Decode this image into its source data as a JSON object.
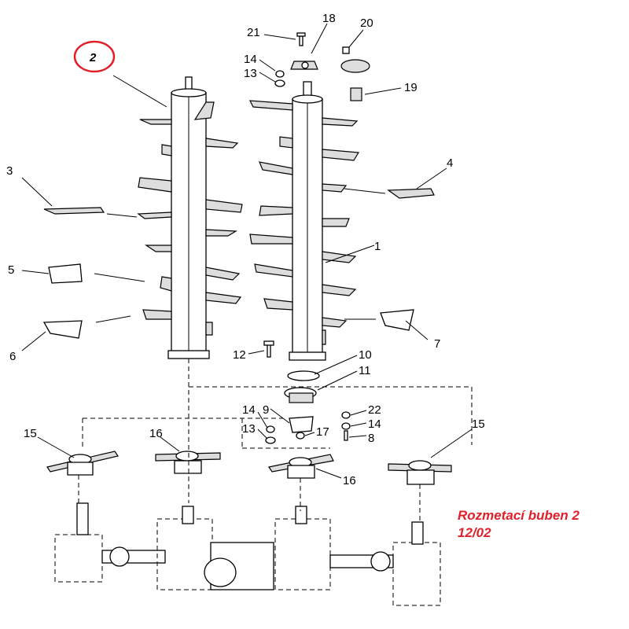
{
  "diagram": {
    "highlighted_label": "2",
    "highlight_color": "#e0202a",
    "callouts": [
      "1",
      "3",
      "4",
      "5",
      "6",
      "7",
      "8",
      "9",
      "10",
      "11",
      "12",
      "13",
      "13",
      "14",
      "14",
      "14",
      "15",
      "15",
      "16",
      "16",
      "17",
      "18",
      "19",
      "20",
      "21",
      "22"
    ]
  },
  "caption": {
    "line1": "Rozmetací buben 2",
    "line2": "12/02",
    "color": "#e0202a"
  }
}
